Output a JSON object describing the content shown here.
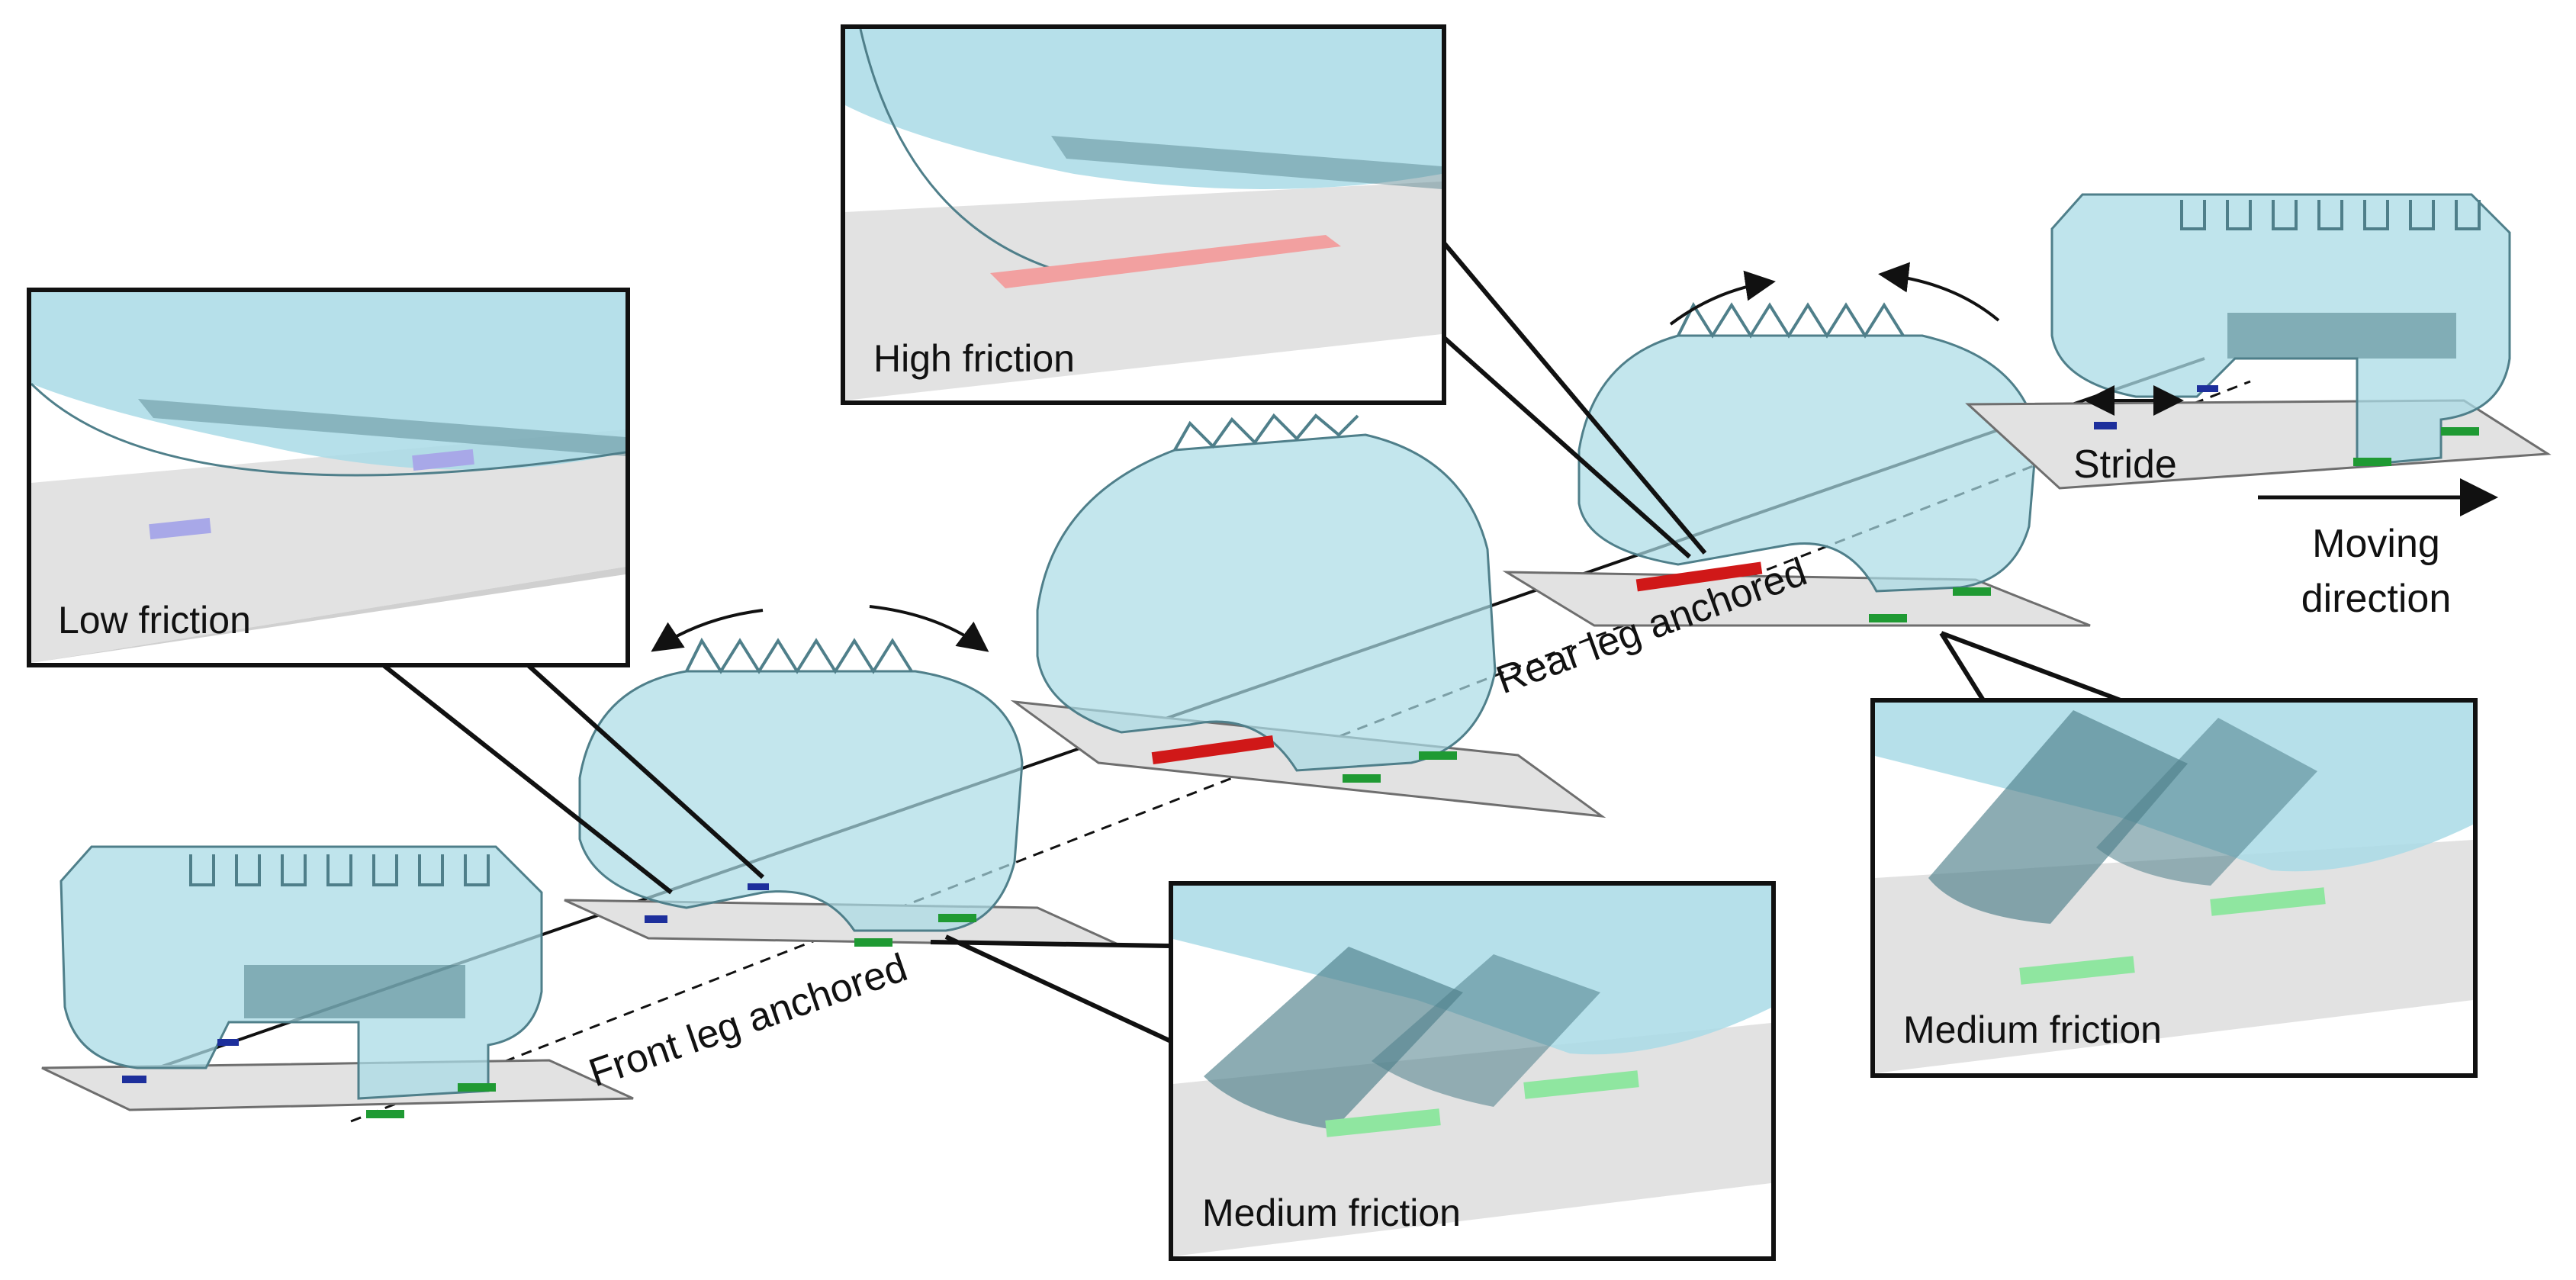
{
  "figure": {
    "insets": {
      "low": {
        "label": "Low friction"
      },
      "high": {
        "label": "High friction"
      },
      "medium_bottom": {
        "label": "Medium friction"
      },
      "medium_right": {
        "label": "Medium friction"
      }
    },
    "annotations": {
      "front_leg": "Front leg anchored",
      "rear_leg": "Rear leg anchored",
      "stride": "Stride",
      "moving_direction_line1": "Moving",
      "moving_direction_line2": "direction"
    },
    "colors": {
      "body_fill": "#a9dbe6",
      "body_stroke": "#4f7f8a",
      "plate_fill": "#e2e2e2",
      "plate_stroke": "#6e6e6e",
      "pad_low": "#1d2f9c",
      "pad_low_inset": "#a8a8e8",
      "pad_high": "#d01818",
      "pad_high_inset": "#f2a0a0",
      "pad_medium": "#1f9a33",
      "pad_medium_inset": "#8fe6a0"
    }
  }
}
